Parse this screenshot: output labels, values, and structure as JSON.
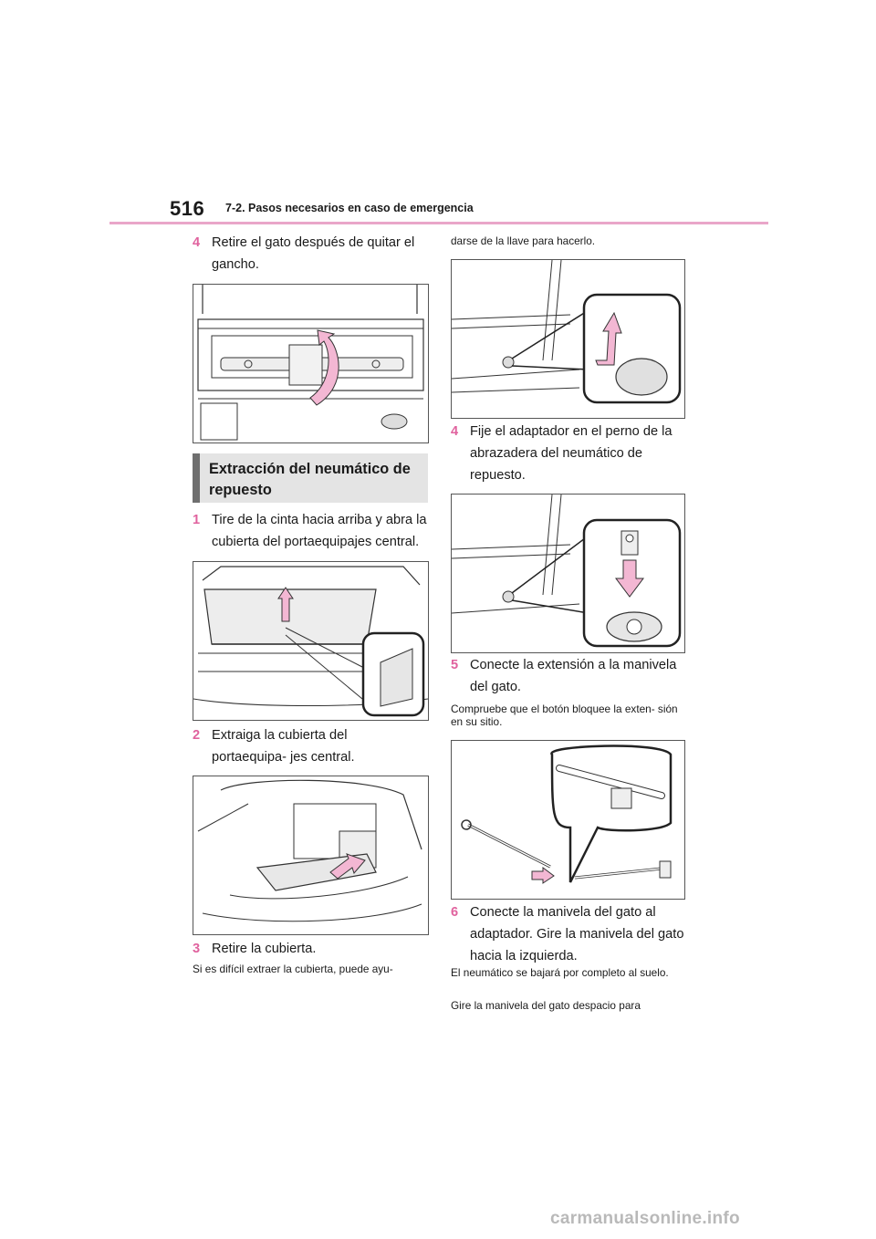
{
  "header": {
    "page_number": "516",
    "section_title": "7-2. Pasos necesarios en caso de emergencia"
  },
  "left_column": {
    "step4": {
      "num": "4",
      "text": "Retire el gato después de quitar el gancho."
    },
    "subhead": "Extracción del neumático de repuesto",
    "step1": {
      "num": "1",
      "text": "Tire de la cinta hacia arriba y abra la cubierta del portaequipajes central."
    },
    "step2": {
      "num": "2",
      "text": "Extraiga la cubierta del portaequipa- jes central."
    },
    "step3": {
      "num": "3",
      "text": "Retire la cubierta."
    },
    "note_step3": "Si es difícil extraer la cubierta, puede ayu-"
  },
  "right_column": {
    "note_continue": "darse de la llave para hacerlo.",
    "step4": {
      "num": "4",
      "text": "Fije el adaptador en el perno de la abrazadera del neumático de repuesto."
    },
    "step5": {
      "num": "5",
      "text": "Conecte la extensión a la manivela del gato."
    },
    "note_step5": "Compruebe que el botón bloquee la exten- sión en su sitio.",
    "step6": {
      "num": "6",
      "text": "Conecte la manivela del gato al adaptador. Gire la manivela del gato hacia la izquierda."
    },
    "note_step6a": "El neumático se bajará por completo al suelo.",
    "note_step6b": "Gire la manivela del gato despacio para"
  },
  "footer": {
    "watermark": "carmanualsonline.info"
  },
  "colors": {
    "accent": "#e0629e",
    "rule": "#e9a6c9",
    "subhead_bg": "#e4e4e4",
    "subhead_bar": "#6f6f6f",
    "arrow_fill": "#f3b7d3"
  }
}
